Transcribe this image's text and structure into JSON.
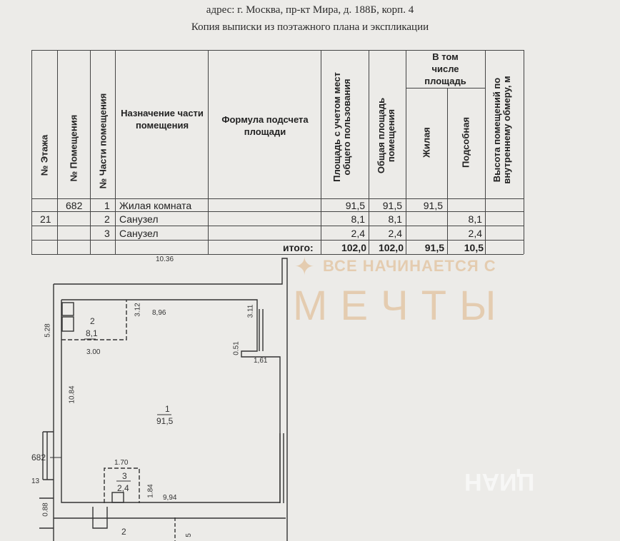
{
  "header": {
    "address": "адрес: г. Москва, пр-кт Мира, д. 188Б, корп. 4",
    "subtitle": "Копия выписки из поэтажного плана и экспликации"
  },
  "table": {
    "columns": {
      "floor": "№ Этажа",
      "room": "№ Помещения",
      "part": "№ Части помещения",
      "purpose": "Назначение части помещения",
      "formula": "Формула подсчета площади",
      "area_common": "Площадь с учетом мест общего пользования",
      "area_total": "Общая площадь помещения",
      "including": "В том числе площадь",
      "living": "Жилая",
      "auxiliary": "Подсобная",
      "height": "Высота помещений по внутреннему обмеру, м"
    },
    "rows": [
      {
        "floor": "",
        "room": "682",
        "part": "1",
        "purpose": "Жилая комната",
        "area_common": "91,5",
        "area_total": "91,5",
        "living": "91,5",
        "auxiliary": ""
      },
      {
        "floor": "21",
        "room": "",
        "part": "2",
        "purpose": "Санузел",
        "area_common": "8,1",
        "area_total": "8,1",
        "living": "",
        "auxiliary": "8,1"
      },
      {
        "floor": "",
        "room": "",
        "part": "3",
        "purpose": "Санузел",
        "area_common": "2,4",
        "area_total": "2,4",
        "living": "",
        "auxiliary": "2,4"
      }
    ],
    "total": {
      "label": "итого:",
      "area_common": "102,0",
      "area_total": "102,0",
      "living": "91,5",
      "auxiliary": "10,5"
    }
  },
  "plan": {
    "dims": {
      "top_outer": "10.36",
      "top_inner": "8,96",
      "bath2_h": "3.12",
      "window_top": "3.11",
      "left_upper": "5.28",
      "bath2_w": "3.00",
      "niche": "0.51",
      "niche_w": "1,61",
      "left_main": "10.84",
      "bath3_w": "1.70",
      "bath3_h": "1.84",
      "bottom": "9,94",
      "bottom_left": "0.88",
      "left_marker": "13",
      "bottom_right": "5"
    },
    "rooms": [
      {
        "num": "2",
        "area": "8,1"
      },
      {
        "num": "1",
        "area": "91,5"
      },
      {
        "num": "3",
        "area": "2,4"
      }
    ],
    "apartment_label": "682",
    "neighbor_label": "2"
  },
  "watermark": {
    "line1": "ВСЕ НАЧИНАЕТСЯ С",
    "line2": "МЕЧТЫ",
    "cian": "ЦИАН"
  }
}
